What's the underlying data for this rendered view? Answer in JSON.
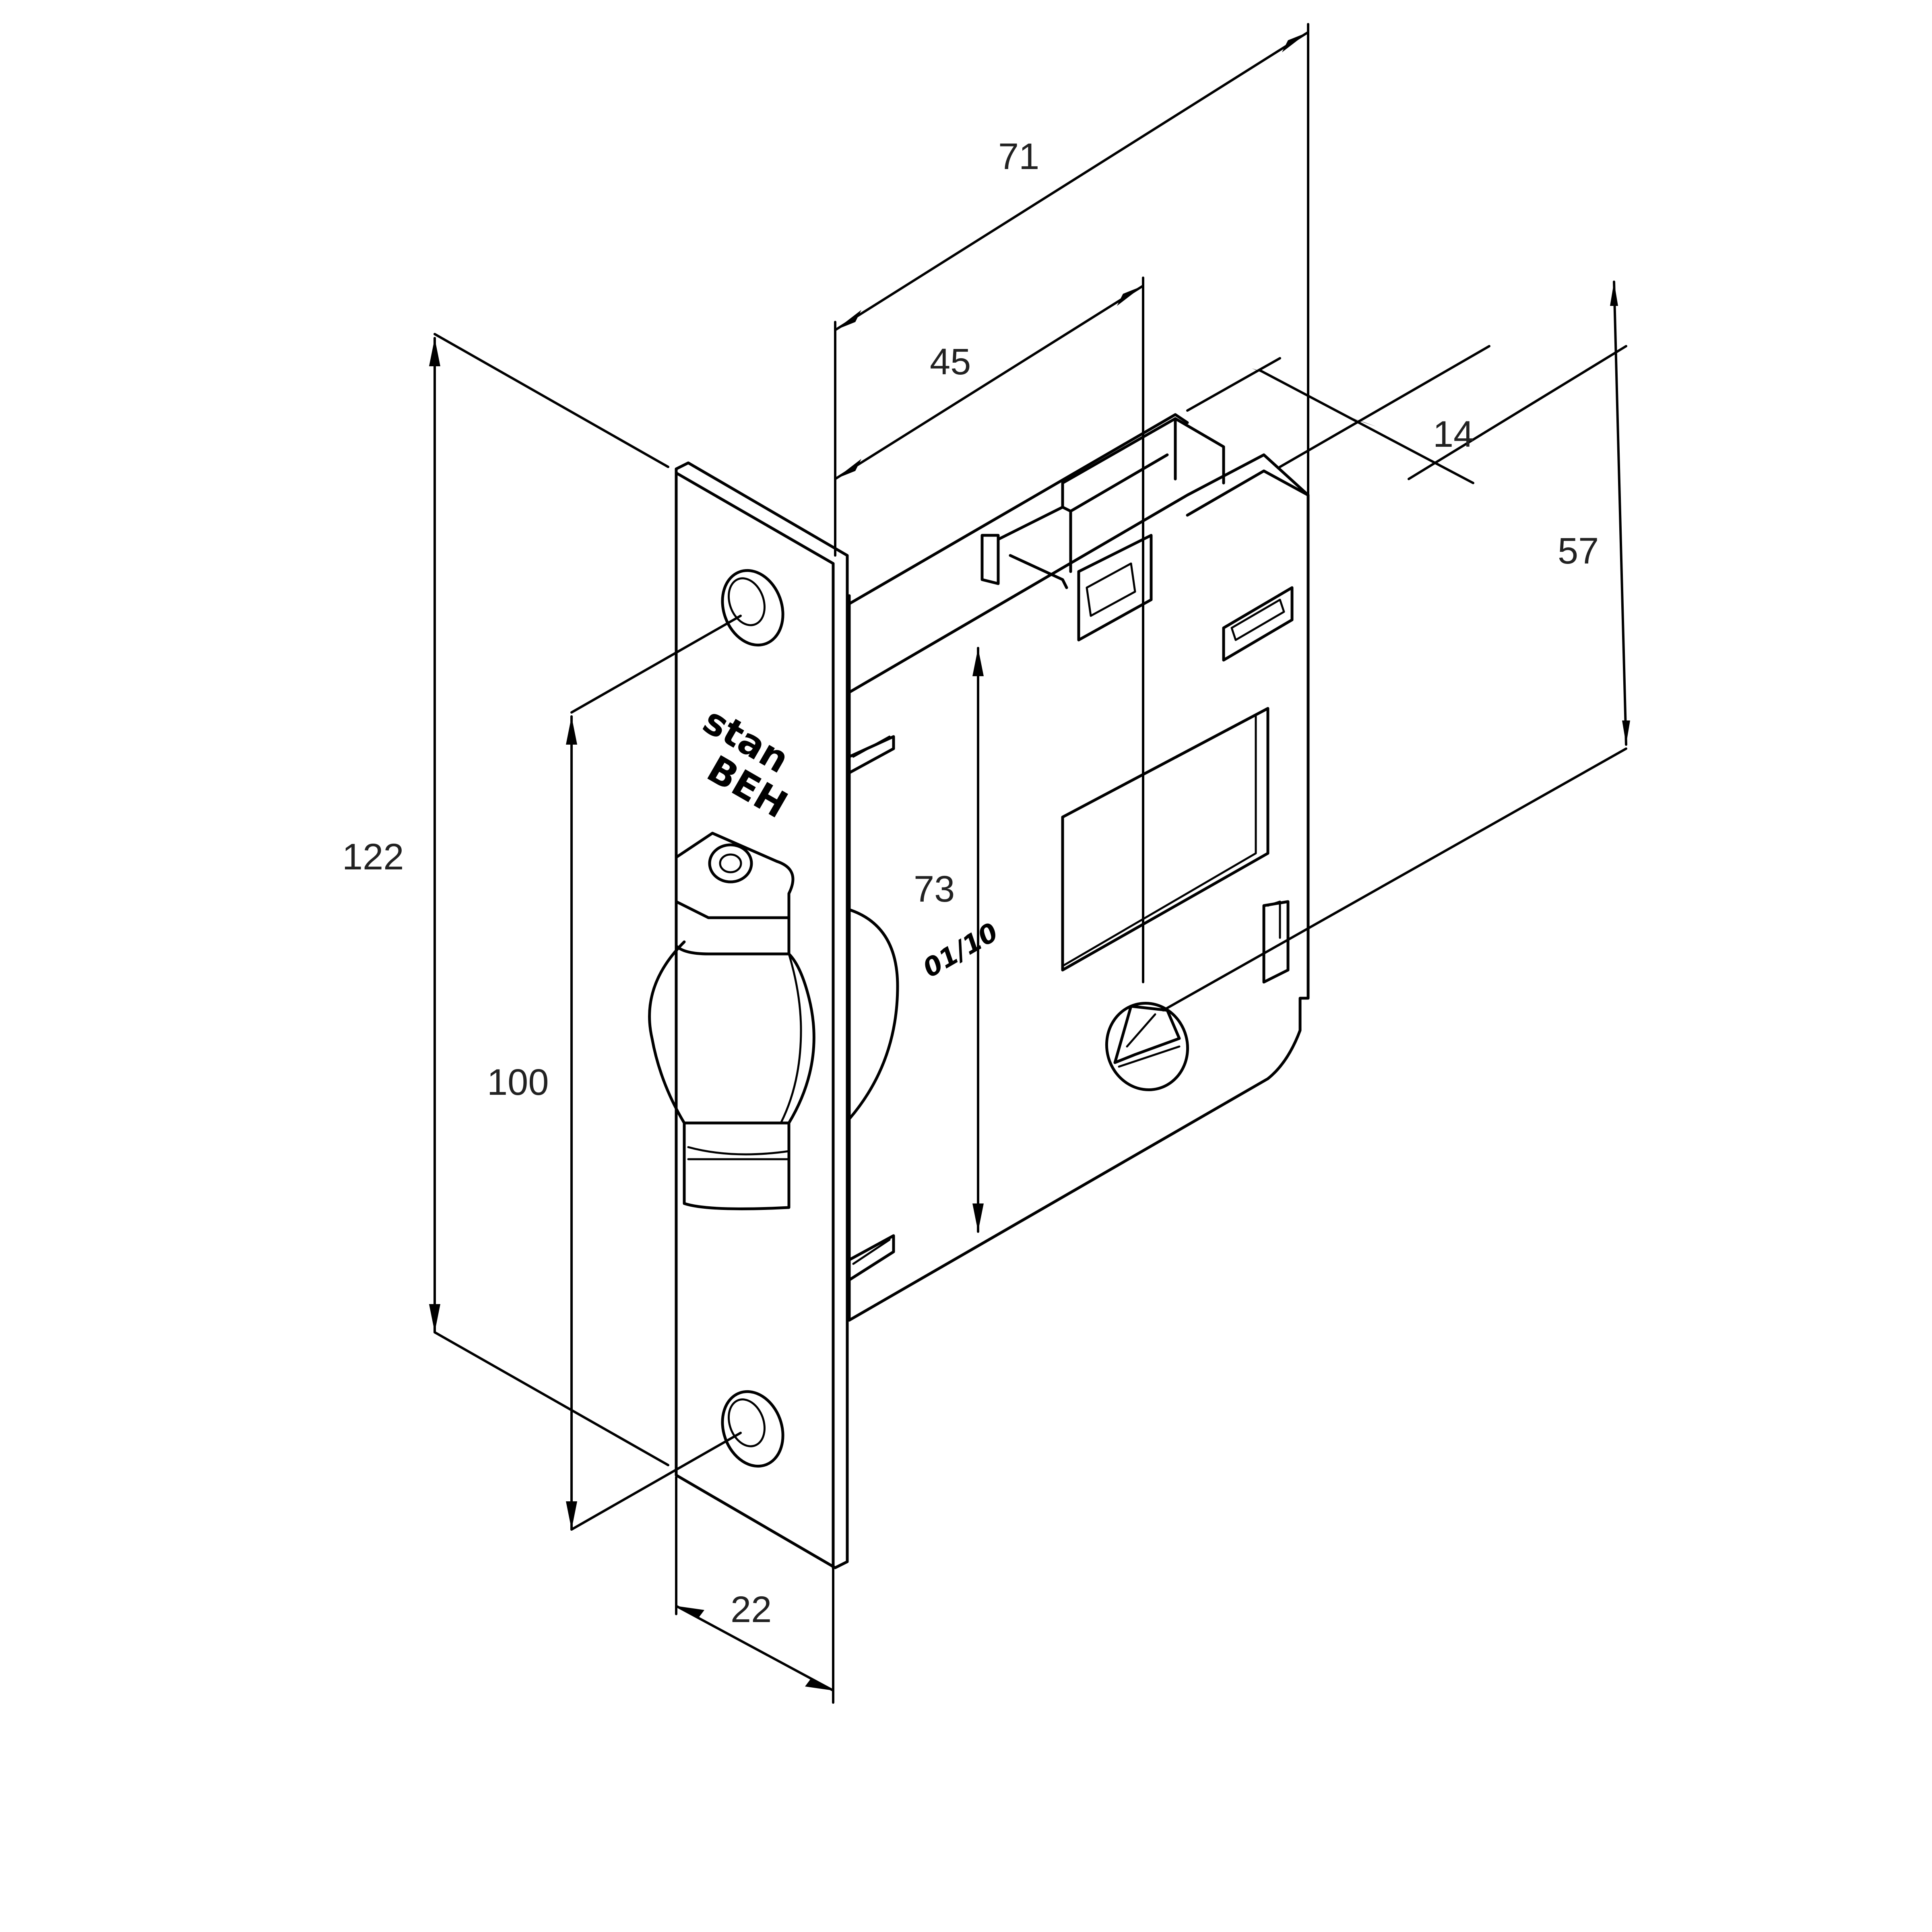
{
  "dimensions": {
    "d71": "71",
    "d45": "45",
    "d14": "14",
    "d57": "57",
    "d122": "122",
    "d100": "100",
    "d73": "73",
    "d22": "22"
  },
  "markings": {
    "brand_top": "stan",
    "brand_bottom": "BEH",
    "stamp": "01/10"
  }
}
